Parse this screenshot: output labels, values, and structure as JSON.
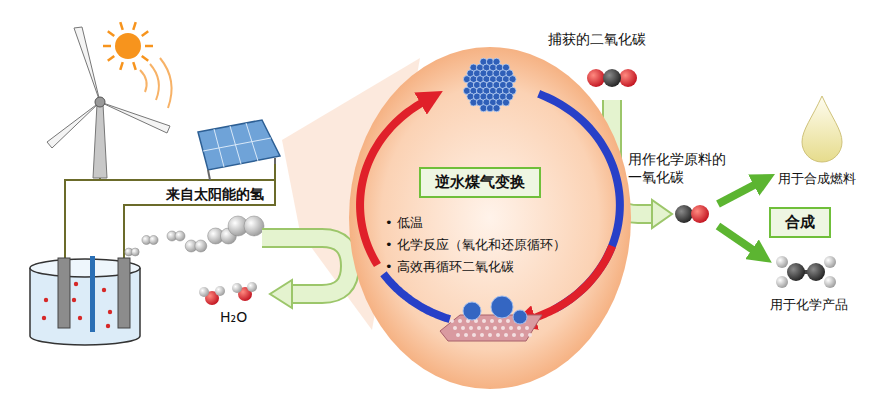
{
  "diagram": {
    "nodes": [
      {
        "text": [
          "• 低温",
          "• 化学反应（氧化和还原循环）",
          "• 高效再循环二氧化碳"
        ]
      },
      {
        "text": [
          "逆水煤气变换"
        ],
        "in": 0
      },
      {
        "text": [
          "合成"
        ]
      }
    ],
    "labels": [
      "来自太阳能的氢",
      "H₂O",
      "捕获的二氧化碳",
      "用作化学原料的 一氧化碳",
      "用于合成燃料",
      "用于化学产品"
    ]
  }
}
